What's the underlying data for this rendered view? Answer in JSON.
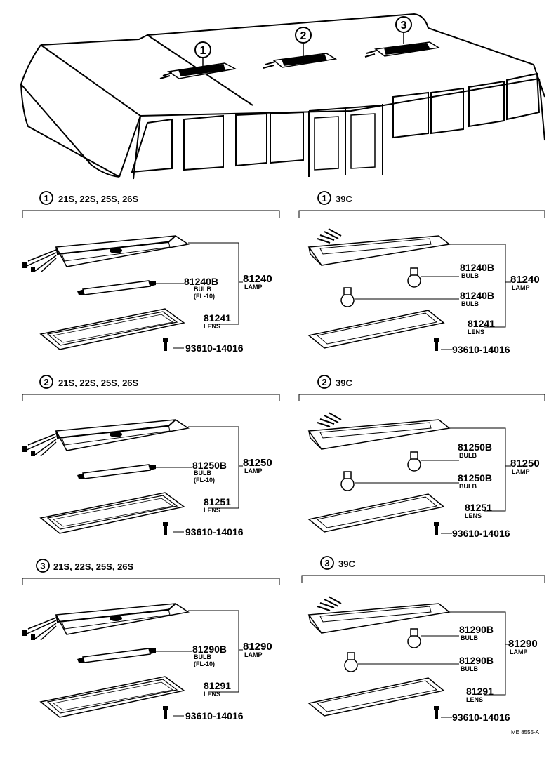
{
  "roof": {
    "markers": [
      "1",
      "2",
      "3"
    ]
  },
  "panels": [
    {
      "marker": "1",
      "title": "21S, 22S, 25S, 26S",
      "bulb_no": "81240B",
      "bulb_label": "BULB",
      "bulb_spec": "(FL-10)",
      "lamp_no": "81240",
      "lamp_label": "LAMP",
      "lens_no": "81241",
      "lens_label": "LENS",
      "screw_no": "93610-14016"
    },
    {
      "marker": "1",
      "title": "39C",
      "bulb_no": "81240B",
      "bulb_label": "BULB",
      "bulb2_no": "81240B",
      "bulb2_label": "BULB",
      "lamp_no": "81240",
      "lamp_label": "LAMP",
      "lens_no": "81241",
      "lens_label": "LENS",
      "screw_no": "93610-14016"
    },
    {
      "marker": "2",
      "title": "21S, 22S, 25S, 26S",
      "bulb_no": "81250B",
      "bulb_label": "BULB",
      "bulb_spec": "(FL-10)",
      "lamp_no": "81250",
      "lamp_label": "LAMP",
      "lens_no": "81251",
      "lens_label": "LENS",
      "screw_no": "93610-14016"
    },
    {
      "marker": "2",
      "title": "39C",
      "bulb_no": "81250B",
      "bulb_label": "BULB",
      "bulb2_no": "81250B",
      "bulb2_label": "BULB",
      "lamp_no": "81250",
      "lamp_label": "LAMP",
      "lens_no": "81251",
      "lens_label": "LENS",
      "screw_no": "93610-14016"
    },
    {
      "marker": "3",
      "title": "21S, 22S, 25S, 26S",
      "bulb_no": "81290B",
      "bulb_label": "BULB",
      "bulb_spec": "(FL-10)",
      "lamp_no": "81290",
      "lamp_label": "LAMP",
      "lens_no": "81291",
      "lens_label": "LENS",
      "screw_no": "93610-14016"
    },
    {
      "marker": "3",
      "title": "39C",
      "bulb_no": "81290B",
      "bulb_label": "BULB",
      "bulb2_no": "81290B",
      "bulb2_label": "BULB",
      "lamp_no": "81290",
      "lamp_label": "LAMP",
      "lens_no": "81291",
      "lens_label": "LENS",
      "screw_no": "93610-14016"
    }
  ],
  "footer_code": "ME 8555-A"
}
